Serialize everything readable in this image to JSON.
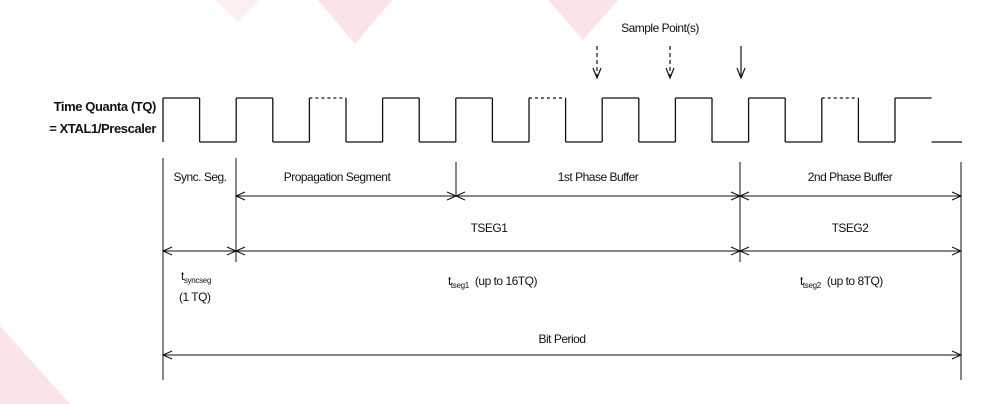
{
  "labels": {
    "sample_points": "Sample Point(s)",
    "tq_line1": "Time Quanta (TQ)",
    "tq_line2": "= XTAL1/Prescaler",
    "sync_seg": "Sync. Seg.",
    "prop_seg": "Propagation Segment",
    "phase1": "1st Phase Buffer",
    "phase2": "2nd Phase Buffer",
    "tseg1": "TSEG1",
    "tseg2": "TSEG2",
    "t_sync_main": "t",
    "t_sync_sub": "syncseg",
    "t_sync_note": "(1 TQ)",
    "t_seg1_main": "t",
    "t_seg1_sub": "tseg1",
    "t_seg1_note": "(up to 16TQ)",
    "t_seg2_main": "t",
    "t_seg2_sub": "tseg2",
    "t_seg2_note": "(up to 8TQ)",
    "bit_period": "Bit Period"
  },
  "colors": {
    "line": "#111111",
    "watermark": "#fbe4e6"
  }
}
